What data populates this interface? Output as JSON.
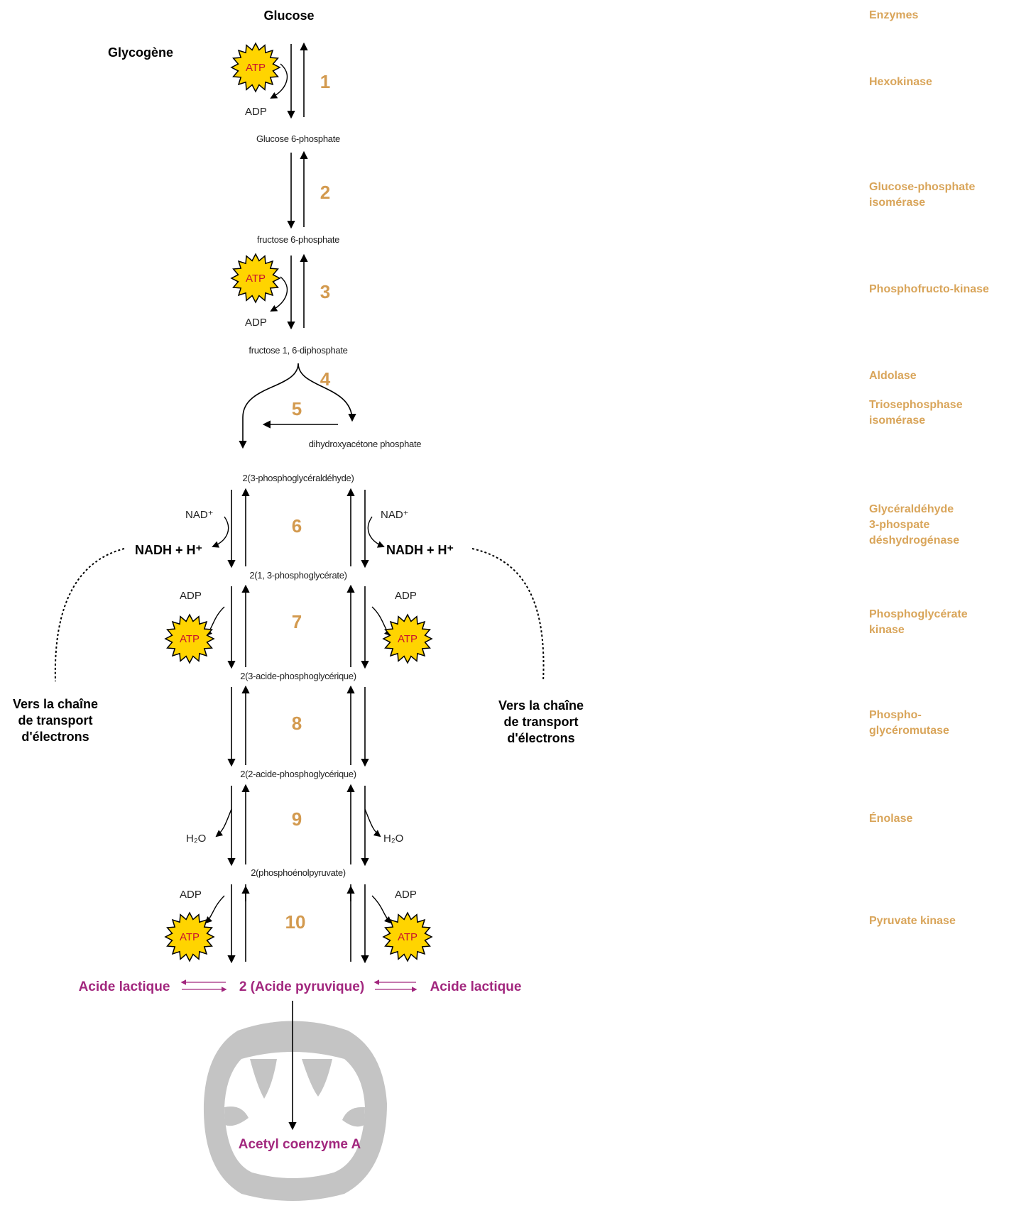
{
  "colors": {
    "step_number": "#d39a4f",
    "enzyme": "#d9a55a",
    "product": "#a2277e",
    "atp_fill": "#ffd400",
    "atp_text": "#c8102e",
    "mitochondrion": "#c4c4c4",
    "line": "#000000"
  },
  "pathway": {
    "start": "Glucose",
    "side_source": "Glycogène",
    "metabolites": [
      "Glucose 6-phosphate",
      "fructose 6-phosphate",
      "fructose 1, 6-diphosphate",
      "dihydroxyacétone phosphate",
      "2(3-phosphoglycéraldéhyde)",
      "2(1, 3-phosphoglycérate)",
      "2(3-acide-phosphoglycérique)",
      "2(2-acide-phosphoglycérique)",
      "2(phosphoénolpyruvate)"
    ],
    "steps": [
      "1",
      "2",
      "3",
      "4",
      "5",
      "6",
      "7",
      "8",
      "9",
      "10"
    ]
  },
  "cofactors": {
    "atp": "ATP",
    "adp": "ADP",
    "nad": "NAD⁺",
    "nadh": "NADH + H⁺",
    "water": "H₂O"
  },
  "electron_chain_label": {
    "line1": "Vers la chaîne",
    "line2": "de transport",
    "line3": "d'électrons"
  },
  "products": {
    "lactate": "Acide lactique",
    "pyruvate": "2 (Acide pyruvique)",
    "acetyl_coa": "Acetyl coenzyme A"
  },
  "enzymes": {
    "header": "Enzymes",
    "list": [
      "Hexokinase",
      "Glucose-phosphate|isomérase",
      "Phosphofructo-kinase",
      "Aldolase",
      "Triosephosphase|isomérase",
      "Glycéraldéhyde|3-phospate|déshydrogénase",
      "Phosphoglycérate|kinase",
      "Phospho-|glycéromutase",
      "Énolase",
      "Pyruvate kinase"
    ]
  }
}
